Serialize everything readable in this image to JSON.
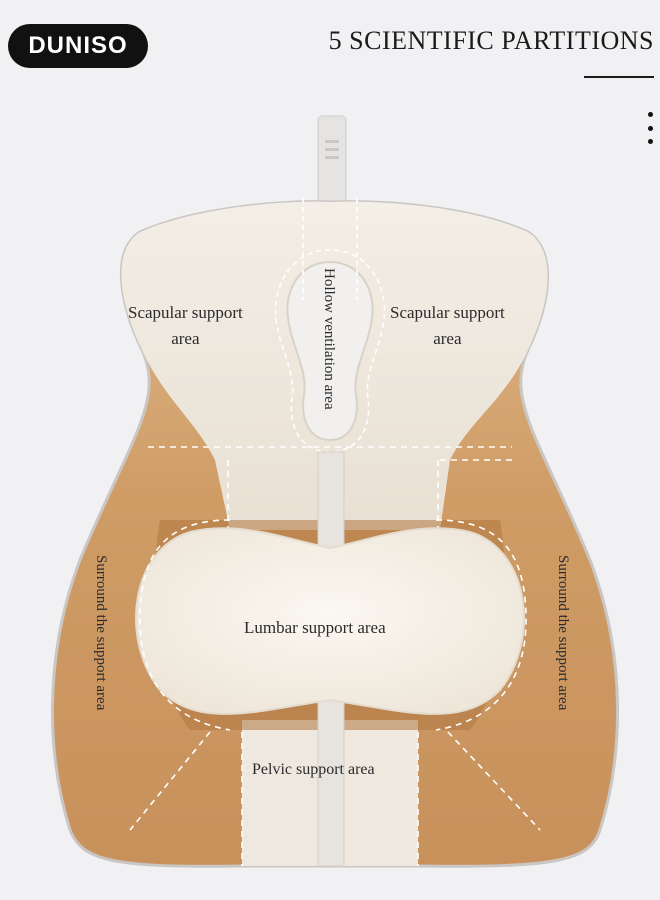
{
  "brand": {
    "logo_text": "DUNISO"
  },
  "header": {
    "title": "5 SCIENTIFIC PARTITIONS"
  },
  "labels": {
    "scapular_left_line1": "Scapular support",
    "scapular_left_line2": "area",
    "scapular_right_line1": "Scapular support",
    "scapular_right_line2": "area",
    "hollow": "Hollow ventilation area",
    "surround_left": "Surround the support area",
    "surround_right": "Surround the support area",
    "lumbar": "Lumbar support area",
    "pelvic": "Pelvic support area"
  },
  "icons": {
    "menu": "more-vertical-icon"
  },
  "colors": {
    "background": "#f1f1f3",
    "cream": "#efe9df",
    "tan": "#d4a574",
    "tan_dark": "#b5763e",
    "strap": "#e2e0de"
  }
}
